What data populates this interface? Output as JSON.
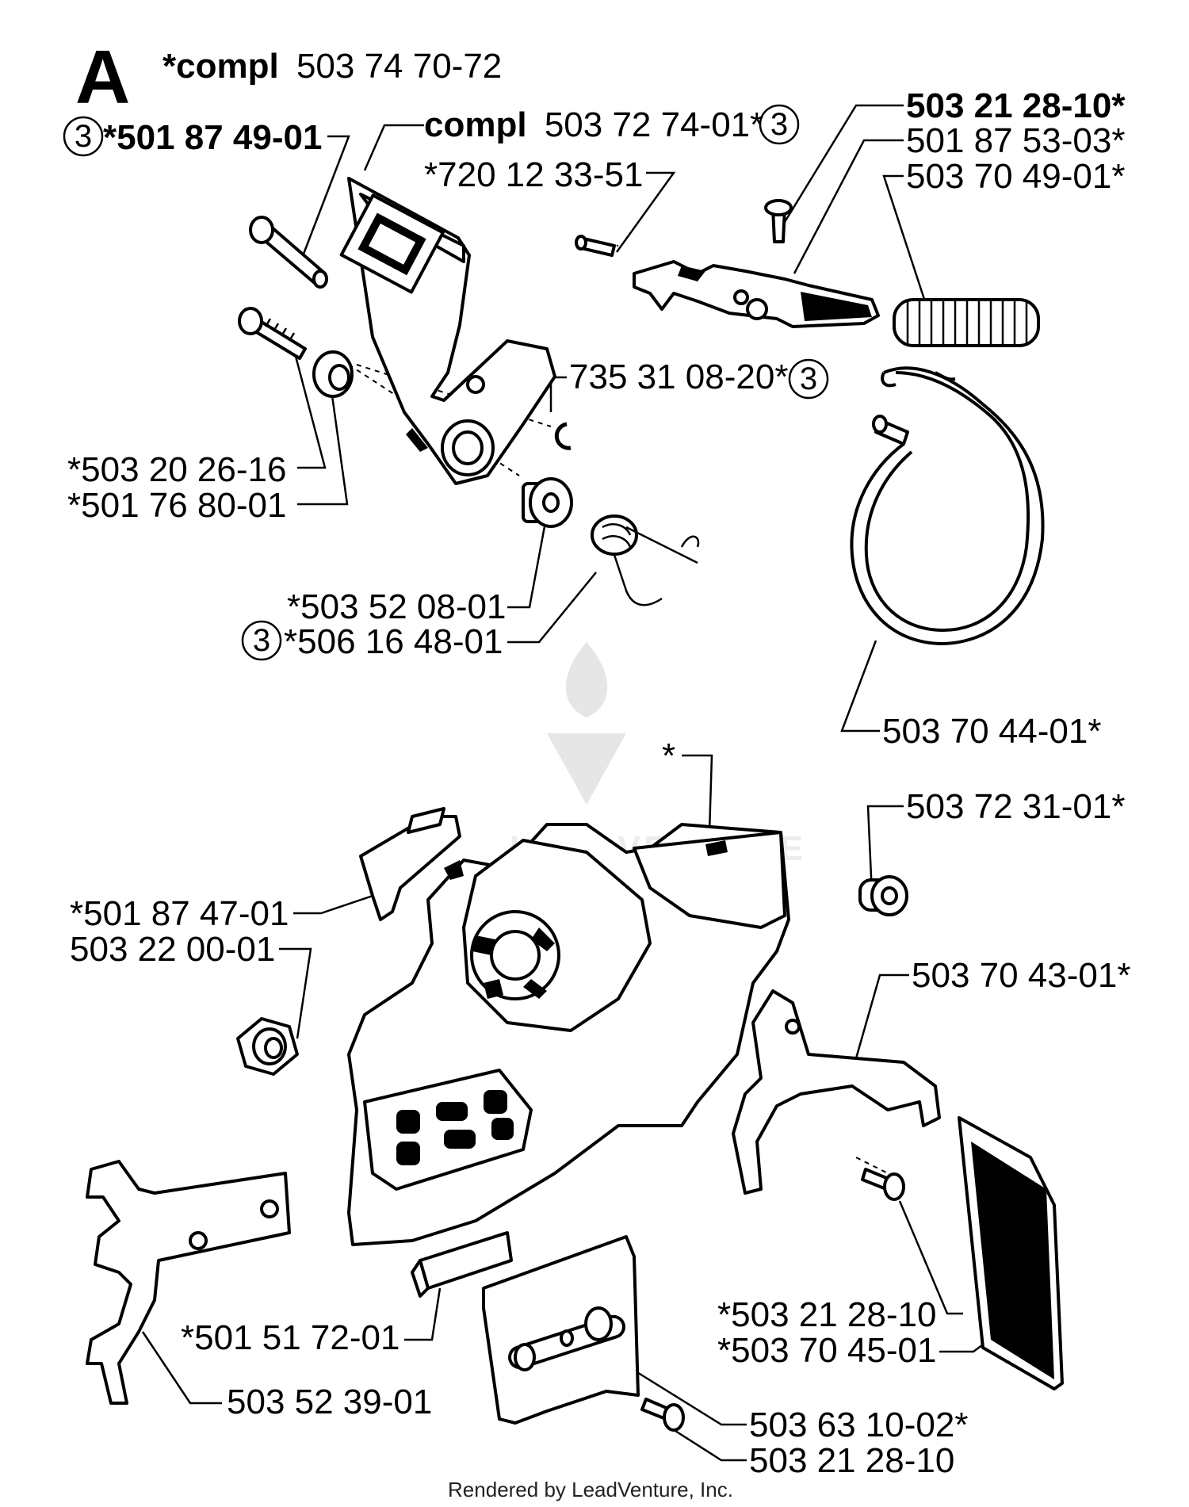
{
  "section_letter": "A",
  "callout_number": "3",
  "labels": {
    "compl_main_prefix": "*compl",
    "compl_main_number": "503 74 70-72",
    "p_501874901": "*501 87 49-01",
    "compl_cover_prefix": "compl",
    "compl_cover_number": "503 72 74-01*",
    "p_720123351": "*720 12 33-51",
    "p_503212810_b": "503 21 28-10*",
    "p_501875303": "501 87 53-03*",
    "p_503704901": "503 70 49-01*",
    "p_735310820": "735 31 08-20*",
    "p_503202616": "*503 20 26-16",
    "p_501768001": "*501 76 80-01",
    "p_503520801": "*503 52 08-01",
    "p_506164801": "*506 16 48-01",
    "p_503704401": "503 70 44-01*",
    "p_star": "*",
    "p_503723101": "503 72 31-01*",
    "p_501874701": "*501 87 47-01",
    "p_503220001": "503 22 00-01",
    "p_503704301": "503 70 43-01*",
    "p_501517201": "*501 51 72-01",
    "p_503523901": "503 52 39-01",
    "p_503212810_a": "*503 21 28-10",
    "p_503704501": "*503 70 45-01",
    "p_503631002": "503 63 10-02*",
    "p_503212810_c": "503 21 28-10"
  },
  "footer": "Rendered by LeadVenture, Inc.",
  "watermark": "LEADVENTURE"
}
